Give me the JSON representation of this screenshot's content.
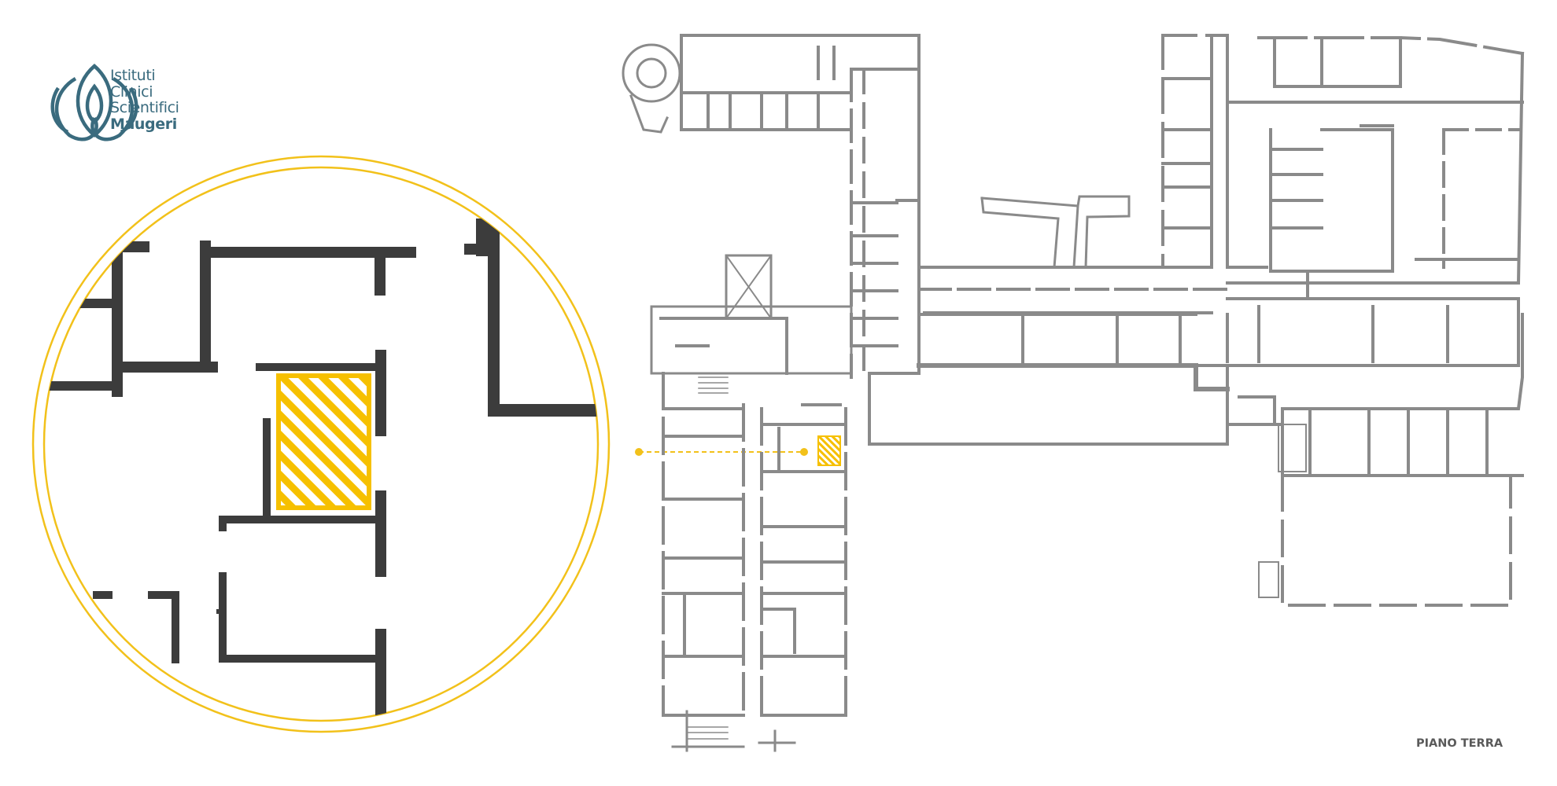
{
  "brand": {
    "line1": "Istituti",
    "line2": "Clinici",
    "line3": "Scientifici",
    "line4": "Maugeri",
    "color": "#3a6b7e"
  },
  "map": {
    "floor_label": "PIANO TERRA",
    "floor_label_color": "#5a5a5a",
    "wall_color": "#8a8a8a",
    "zoom_wall_color": "#3c3c3c",
    "highlight_color": "#f6c000",
    "highlight_pattern": "diagonal-stripes",
    "zoom_ring_color": "#f2c11a",
    "connector_style": "dashed"
  }
}
